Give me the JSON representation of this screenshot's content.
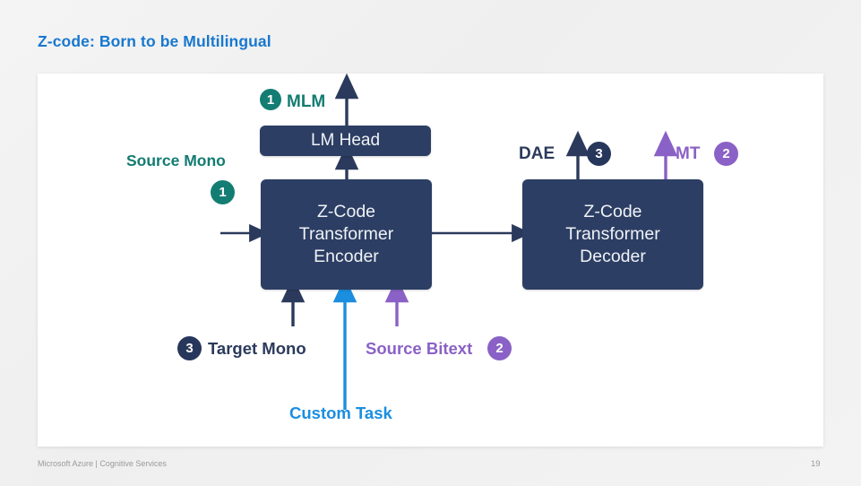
{
  "slide": {
    "title": "Z-code: Born to be Multilingual",
    "title_color": "#1878CF",
    "footer": "Microsoft Azure | Cognitive Services",
    "page_number": "19"
  },
  "colors": {
    "node_navy": "#2C3E63",
    "teal": "#137C72",
    "navy": "#27375B",
    "purple": "#8A61C6",
    "blue": "#1B8EE0"
  },
  "diagram": {
    "type": "block-flow",
    "nodes": [
      {
        "id": "lm-head",
        "label": "LM Head"
      },
      {
        "id": "encoder",
        "label": "Z-Code\nTransformer\nEncoder"
      },
      {
        "id": "decoder",
        "label": "Z-Code\nTransformer\nDecoder"
      }
    ],
    "outputs": [
      {
        "id": "mlm",
        "label": "MLM",
        "badge": "1",
        "color": "teal"
      },
      {
        "id": "dae",
        "label": "DAE",
        "badge": "3",
        "color": "navy"
      },
      {
        "id": "mt",
        "label": "MT",
        "badge": "2",
        "color": "purple"
      }
    ],
    "inputs": [
      {
        "id": "source-mono",
        "label": "Source Mono",
        "badge": "1",
        "color": "teal"
      },
      {
        "id": "target-mono",
        "label": "Target Mono",
        "badge": "3",
        "color": "navy"
      },
      {
        "id": "source-bitext",
        "label": "Source Bitext",
        "badge": "2",
        "color": "purple"
      },
      {
        "id": "custom-task",
        "label": "Custom Task",
        "badge": "",
        "color": "blue"
      }
    ]
  }
}
